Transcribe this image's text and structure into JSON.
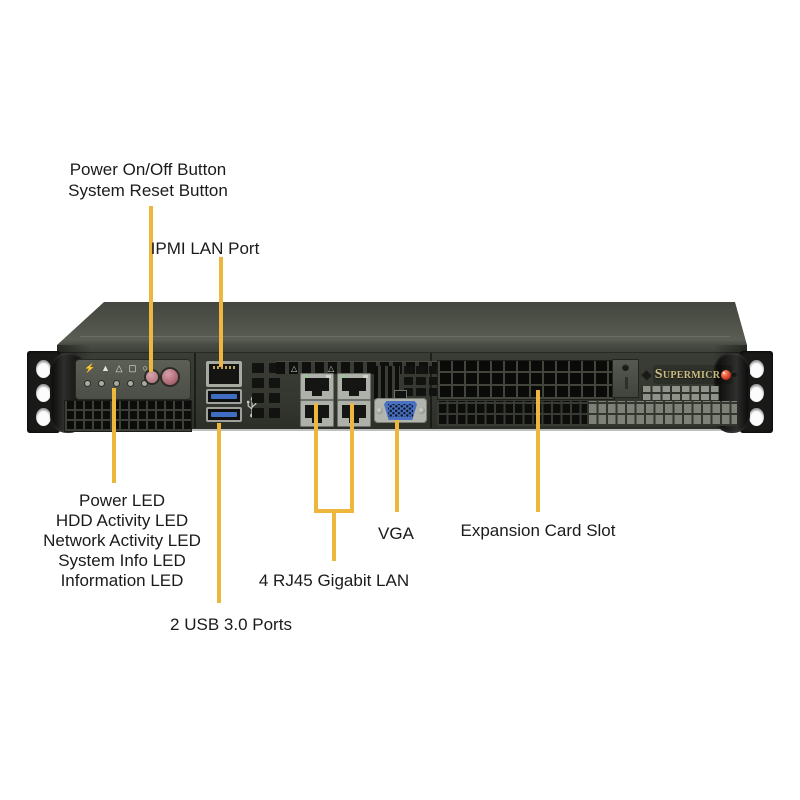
{
  "annotations": {
    "power_reset": [
      "Power On/Off Button",
      "System Reset Button"
    ],
    "ipmi": "IPMI LAN Port",
    "led_list": [
      "Power LED",
      "HDD Activity LED",
      "Network Activity LED",
      "System Info LED",
      "Information LED"
    ],
    "usb": "2 USB 3.0 Ports",
    "lan": "4 RJ45 Gigabit LAN",
    "vga": "VGA",
    "expansion": "Expansion Card Slot"
  },
  "chassis": {
    "brand": "Supermicr",
    "front_panel_icons": [
      {
        "name": "power-led-icon",
        "glyph": "⚡"
      },
      {
        "name": "hdd-activity-led-icon",
        "glyph": "▲"
      },
      {
        "name": "network-activity-led-icon",
        "glyph": "△"
      },
      {
        "name": "system-info-led-icon",
        "glyph": "▢"
      },
      {
        "name": "information-led-icon",
        "glyph": "○"
      }
    ],
    "port_warning_mark": "△"
  },
  "colors": {
    "background": "#FFFFFF",
    "callout_yellow": "#EDB73E",
    "label_text": "#1B1B1B",
    "chassis_front": "#35382F",
    "chassis_top": "#4E5249",
    "button_pink": "#BD8C95",
    "usb_blue": "#3E6DC2",
    "vga_blue": "#4A70C2",
    "logo_gold": "#CBBC80",
    "logo_red": "#C22F1F"
  }
}
